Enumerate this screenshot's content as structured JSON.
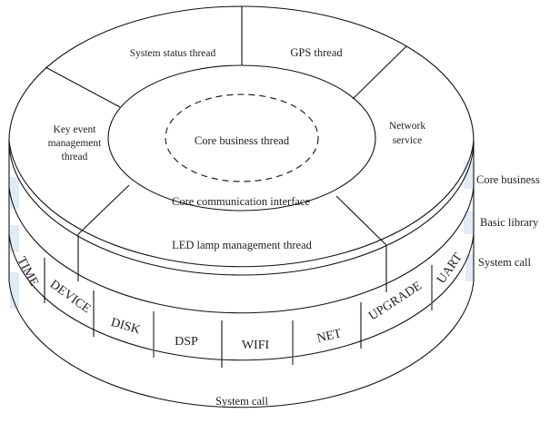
{
  "diagram": {
    "top_face": {
      "outer_segments": [
        {
          "id": "system-status",
          "label": "System status thread"
        },
        {
          "id": "gps",
          "label": "GPS thread"
        },
        {
          "id": "network",
          "label": "Network service",
          "lines": [
            "Network",
            "service"
          ]
        },
        {
          "id": "key-event",
          "label": "Key event management thread",
          "lines": [
            "Key event",
            "management",
            "thread"
          ]
        },
        {
          "id": "led",
          "label": "LED lamp management thread"
        }
      ],
      "inner_ring_label": "Core communication interface",
      "core_label": "Core business thread"
    },
    "system_call_modules": [
      "TIME",
      "DEVICE",
      "DISK",
      "DSP",
      "WIFI",
      "NET",
      "UPGRADE",
      "UART"
    ],
    "bottom_label": "System call",
    "side_labels": [
      "Core business",
      "Basic library",
      "System call"
    ],
    "colors": {
      "line": "#111111",
      "band": "#e3eaf5"
    }
  }
}
